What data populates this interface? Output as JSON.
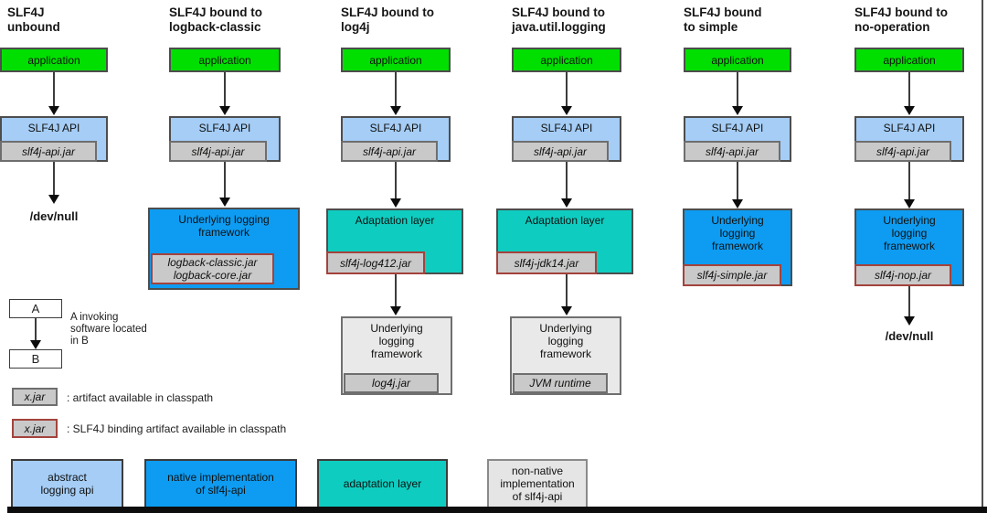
{
  "colors": {
    "green": "#00df00",
    "light_blue": "#a5cdf6",
    "blue": "#0d9cf2",
    "teal": "#0ecdc0",
    "jar_gray": "#c9c9c9",
    "box_gray": "#e9e9e9",
    "legend_gray": "#e5e5e5",
    "binding_border_red": "#a3433c",
    "line": "#3c3c3c"
  },
  "columns": [
    {
      "title_lines": [
        "SLF4J",
        "unbound"
      ],
      "app_label": "application",
      "api_label": "SLF4J API",
      "api_jar": "slf4j-api.jar",
      "sink": "/dev/null"
    },
    {
      "title_lines": [
        "SLF4J bound to",
        "logback-classic"
      ],
      "app_label": "application",
      "api_label": "SLF4J API",
      "api_jar": "slf4j-api.jar",
      "framework_lines": [
        "Underlying logging",
        "framework"
      ],
      "binding_jar_lines": [
        "logback-classic.jar",
        "logback-core.jar"
      ]
    },
    {
      "title_lines": [
        "SLF4J bound to",
        "log4j"
      ],
      "app_label": "application",
      "api_label": "SLF4J API",
      "api_jar": "slf4j-api.jar",
      "adaptation_label": "Adaptation layer",
      "binding_jar": "slf4j-log412.jar",
      "framework_lines": [
        "Underlying",
        "logging",
        "framework"
      ],
      "framework_jar": "log4j.jar"
    },
    {
      "title_lines": [
        "SLF4J bound to",
        "java.util.logging"
      ],
      "app_label": "application",
      "api_label": "SLF4J API",
      "api_jar": "slf4j-api.jar",
      "adaptation_label": "Adaptation layer",
      "binding_jar": "slf4j-jdk14.jar",
      "framework_lines": [
        "Underlying",
        "logging",
        "framework"
      ],
      "framework_jar": "JVM runtime"
    },
    {
      "title_lines": [
        "SLF4J bound",
        "to simple"
      ],
      "app_label": "application",
      "api_label": "SLF4J API",
      "api_jar": "slf4j-api.jar",
      "framework_lines": [
        "Underlying",
        "logging",
        "framework"
      ],
      "binding_jar": "slf4j-simple.jar"
    },
    {
      "title_lines": [
        "SLF4J bound to",
        "no-operation"
      ],
      "app_label": "application",
      "api_label": "SLF4J API",
      "api_jar": "slf4j-api.jar",
      "framework_lines": [
        "Underlying",
        "logging",
        "framework"
      ],
      "binding_jar": "slf4j-nop.jar",
      "sink": "/dev/null"
    }
  ],
  "legend": {
    "invoke": {
      "box_a": "A",
      "box_b": "B",
      "caption_lines": [
        "A invoking",
        "software located",
        "in B"
      ]
    },
    "artifact": {
      "label": "x.jar",
      "caption": ": artifact available in classpath"
    },
    "binding_artifact": {
      "label": "x.jar",
      "caption": ": SLF4J binding artifact available in classpath"
    },
    "categories": [
      {
        "label_lines": [
          "abstract",
          "logging api"
        ]
      },
      {
        "label_lines": [
          "native implementation",
          "of slf4j-api"
        ]
      },
      {
        "label_lines": [
          "adaptation layer"
        ]
      },
      {
        "label_lines": [
          "non-native",
          "implementation",
          "of slf4j-api"
        ]
      }
    ]
  }
}
